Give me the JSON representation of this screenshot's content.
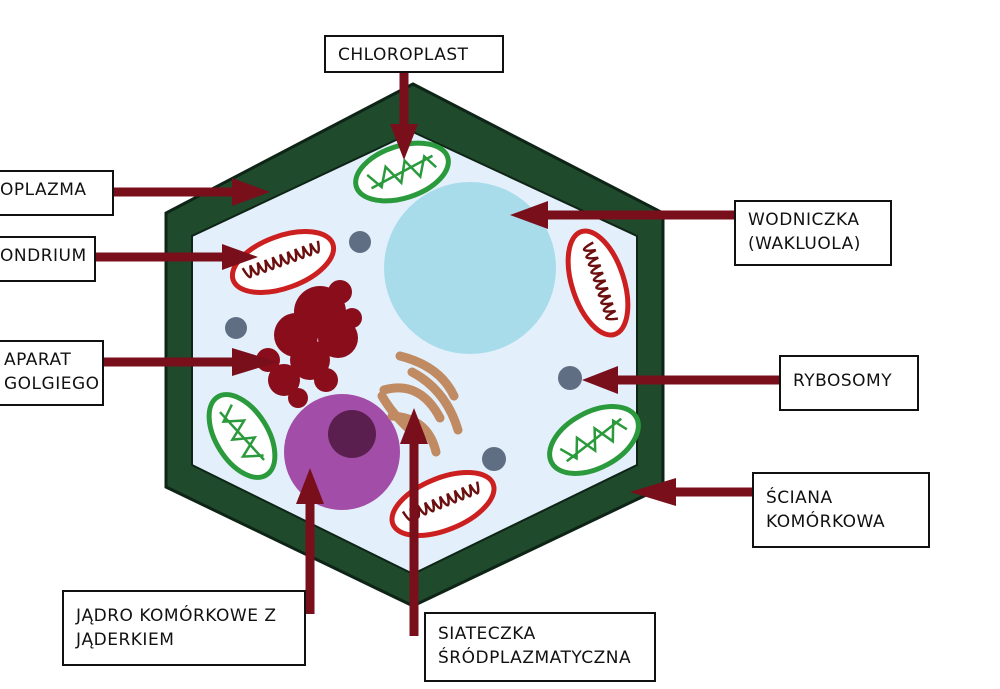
{
  "colors": {
    "cell_wall": "#1f4a2c",
    "cytoplasm": "#e3f0fb",
    "arrow": "#7a0f1c",
    "vacuole": "#a8dcea",
    "nucleus": "#a24ea8",
    "nucleolus": "#5a1f4e",
    "golgi": "#8a0d1b",
    "er": "#c08a63",
    "chloroplast_fill": "#ffffff",
    "chloroplast_stroke": "#2a9a3c",
    "mitochondrion_stroke": "#cc1f1f",
    "ribosome": "#5f6e82"
  },
  "labels": {
    "chloroplast": "CHLOROPLAST",
    "cytoplasm": "OPLAZMA",
    "mitochondrion": "ONDRIUM",
    "golgi_line1": "APARAT",
    "golgi_line2": "GOLGIEGO",
    "vacuole_line1": "WODNICZKA",
    "vacuole_line2": "(WAKLUOLA)",
    "ribosomes": "RYBOSOMY",
    "cell_wall_line1": "ŚCIANA",
    "cell_wall_line2": "KOMÓRKOWA",
    "nucleus_line1": "JĄDRO KOMÓRKOWE Z",
    "nucleus_line2": "JĄDERKIEM",
    "er_line1": "SIATECZKA",
    "er_line2": "ŚRÓDPLAZMATYCZNA"
  }
}
